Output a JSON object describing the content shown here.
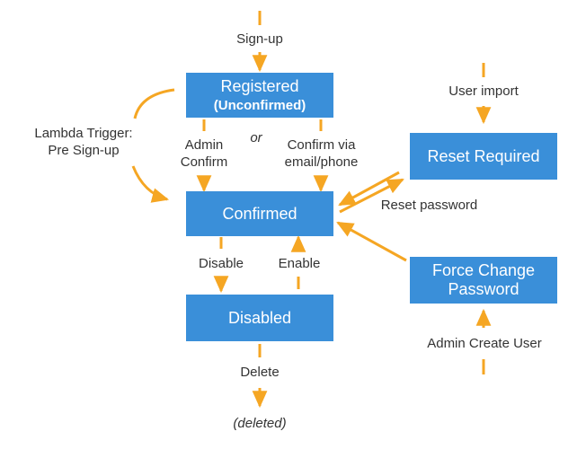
{
  "states": {
    "registered": {
      "title": "Registered",
      "subtitle": "(Unconfirmed)"
    },
    "confirmed": {
      "title": "Confirmed"
    },
    "disabled": {
      "title": "Disabled"
    },
    "reset_required": {
      "title": "Reset Required"
    },
    "force_change": {
      "title_line1": "Force Change",
      "title_line2": "Password"
    }
  },
  "transitions": {
    "signup": "Sign-up",
    "lambda_line1": "Lambda Trigger:",
    "lambda_line2": "Pre Sign-up",
    "admin_confirm_line1": "Admin",
    "admin_confirm_line2": "Confirm",
    "or": "or",
    "confirm_via_line1": "Confirm via",
    "confirm_via_line2": "email/phone",
    "user_import": "User import",
    "reset_password": "Reset password",
    "disable": "Disable",
    "enable": "Enable",
    "delete": "Delete",
    "deleted": "(deleted)",
    "admin_create_user": "Admin Create User"
  },
  "colors": {
    "box": "#3a8fd9",
    "arrow": "#f5a623",
    "text": "#333333"
  }
}
